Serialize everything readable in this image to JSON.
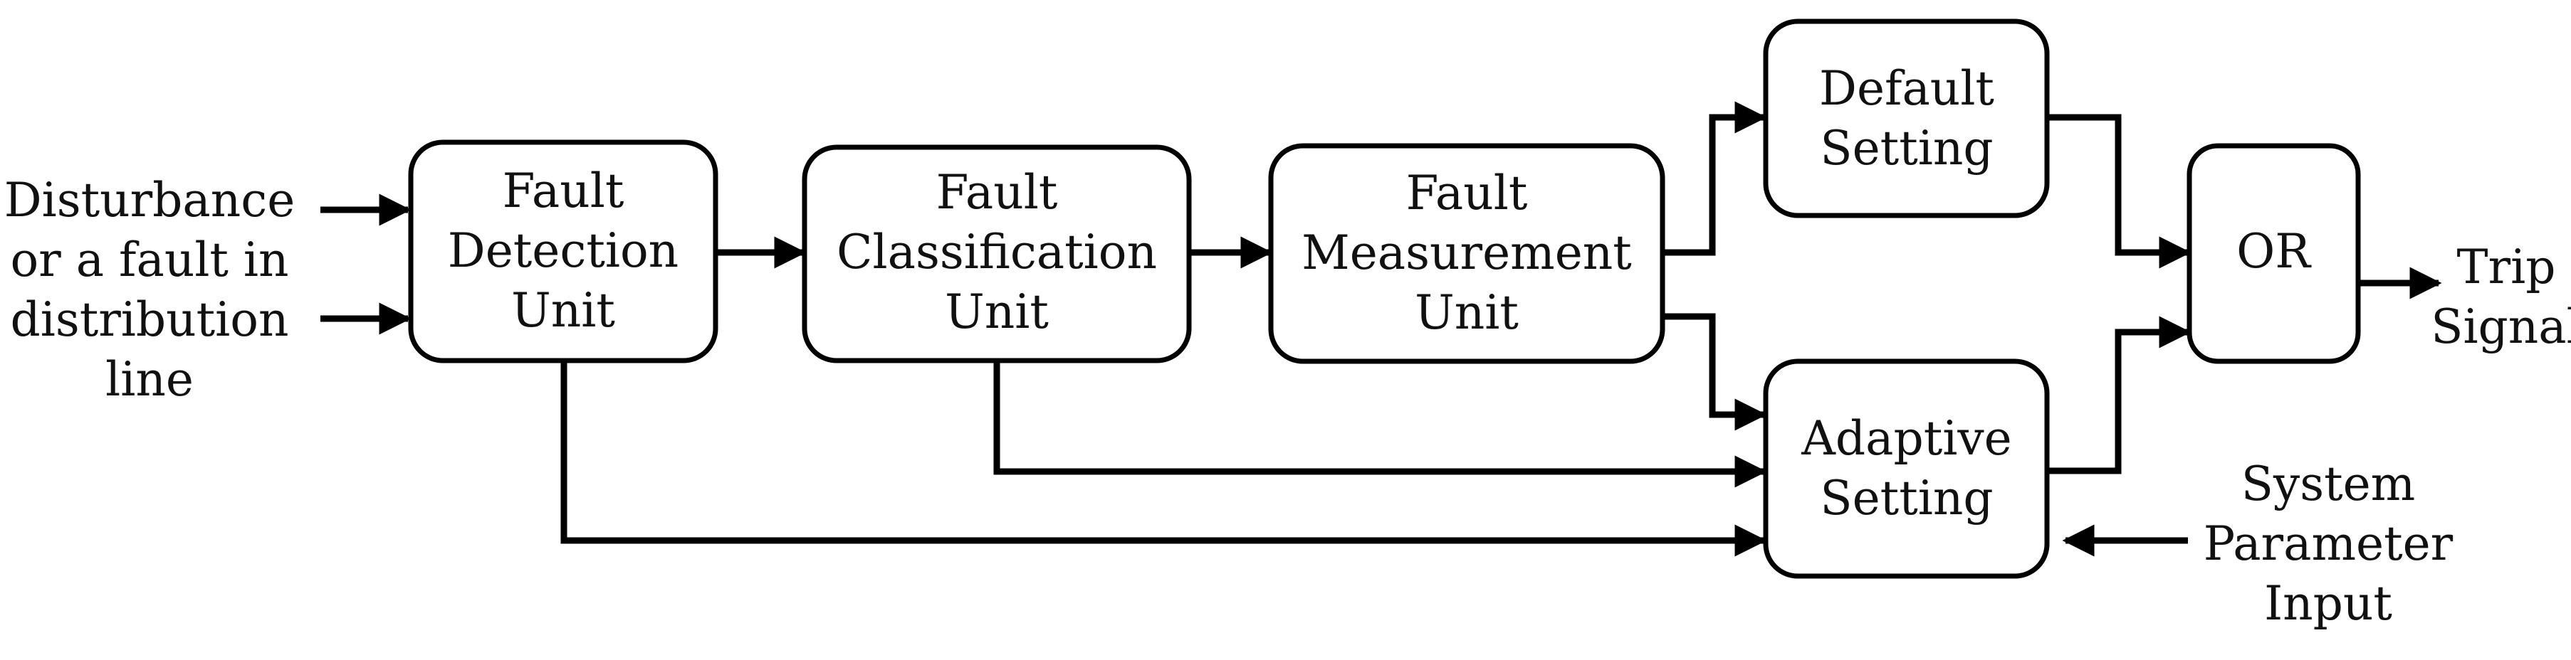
{
  "diagram": {
    "inputs": {
      "disturbance": [
        "Disturbance",
        "or a fault in",
        "distribution",
        "line"
      ],
      "system_parameter": [
        "System",
        "Parameter",
        "Input"
      ]
    },
    "blocks": {
      "fault_detection": [
        "Fault",
        "Detection",
        "Unit"
      ],
      "fault_classification": [
        "Fault",
        "Classification",
        "Unit"
      ],
      "fault_measurement": [
        "Fault",
        "Measurement",
        "Unit"
      ],
      "default_setting": [
        "Default",
        "Setting"
      ],
      "adaptive_setting": [
        "Adaptive",
        "Setting"
      ],
      "or_gate": [
        "OR"
      ]
    },
    "output": {
      "trip_signal": [
        "Trip",
        "Signal"
      ]
    }
  }
}
